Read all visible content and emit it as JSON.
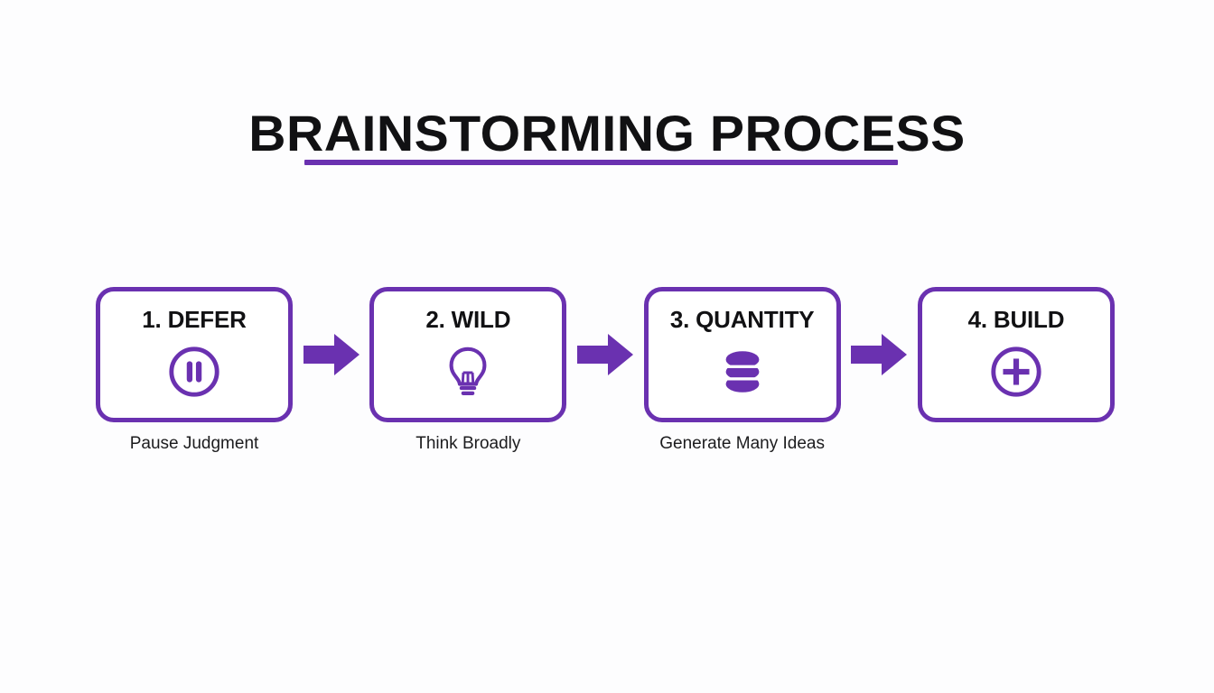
{
  "slide": {
    "title": "BRAINSTORMING PROCESS",
    "background_color": "#fdfdfe",
    "accent_color": "#6a31b0",
    "title_color": "#111113",
    "caption_color": "#1c1c1e"
  },
  "steps": [
    {
      "title": "1. DEFER",
      "icon": "pause-circle-icon",
      "caption": "Pause Judgment"
    },
    {
      "title": "2. WILD",
      "icon": "lightbulb-icon",
      "caption": "Think Broadly"
    },
    {
      "title": "3. QUANTITY",
      "icon": "stack-layers-icon",
      "caption": "Generate Many Ideas"
    },
    {
      "title": "4. BUILD",
      "icon": "plus-circle-icon",
      "caption": ""
    }
  ],
  "connectors": [
    {
      "icon": "arrow-right-icon"
    },
    {
      "icon": "arrow-right-icon"
    },
    {
      "icon": "arrow-right-icon"
    }
  ]
}
